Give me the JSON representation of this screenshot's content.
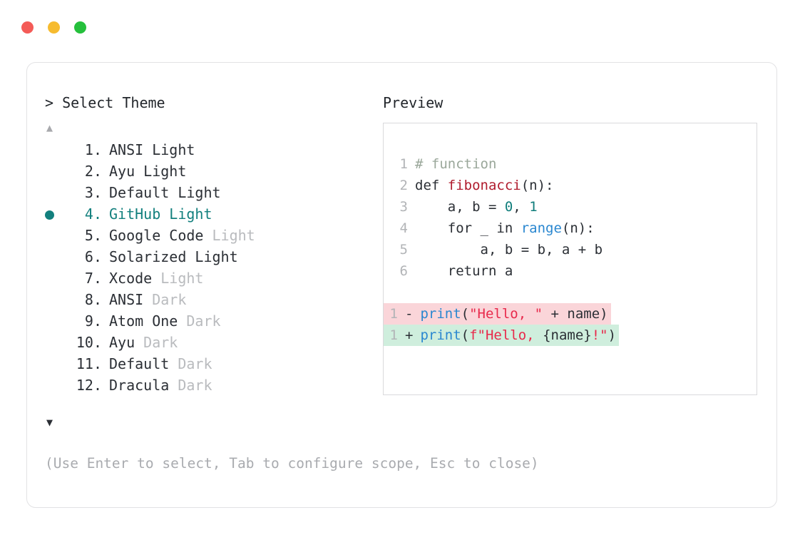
{
  "window": {
    "traffic_lights": [
      {
        "name": "close",
        "color": "#f45b57"
      },
      {
        "name": "minimize",
        "color": "#f6bb2f"
      },
      {
        "name": "zoom",
        "color": "#25c03c"
      }
    ]
  },
  "selector": {
    "prompt_symbol": ">",
    "prompt_label": "Select Theme",
    "scroll_up_icon": "▲",
    "scroll_down_icon": "▼",
    "selected_index": 4,
    "items": [
      {
        "index": " 1.",
        "name": "ANSI",
        "variant": " Light",
        "dim": false,
        "selected": false
      },
      {
        "index": " 2.",
        "name": "Ayu",
        "variant": " Light",
        "dim": false,
        "selected": false
      },
      {
        "index": " 3.",
        "name": "Default",
        "variant": " Light",
        "dim": false,
        "selected": false
      },
      {
        "index": " 4.",
        "name": "GitHub",
        "variant": " Light",
        "dim": false,
        "selected": true
      },
      {
        "index": " 5.",
        "name": "Google Code",
        "variant": " Light",
        "dim": true,
        "selected": false
      },
      {
        "index": " 6.",
        "name": "Solarized",
        "variant": " Light",
        "dim": false,
        "selected": false
      },
      {
        "index": " 7.",
        "name": "Xcode",
        "variant": " Light",
        "dim": true,
        "selected": false
      },
      {
        "index": " 8.",
        "name": "ANSI",
        "variant": " Dark",
        "dim": true,
        "selected": false
      },
      {
        "index": " 9.",
        "name": "Atom One",
        "variant": " Dark",
        "dim": true,
        "selected": false
      },
      {
        "index": "10.",
        "name": "Ayu",
        "variant": " Dark",
        "dim": true,
        "selected": false
      },
      {
        "index": "11.",
        "name": "Default",
        "variant": " Dark",
        "dim": true,
        "selected": false
      },
      {
        "index": "12.",
        "name": "Dracula",
        "variant": " Dark",
        "dim": true,
        "selected": false
      }
    ],
    "hint": "(Use Enter to select, Tab to configure scope, Esc to close)"
  },
  "preview": {
    "label": "Preview",
    "code_lines": [
      {
        "ln": "1",
        "tokens": [
          {
            "t": "# function",
            "c": "tok-comment"
          }
        ]
      },
      {
        "ln": "2",
        "tokens": [
          {
            "t": "def ",
            "c": "tok-def"
          },
          {
            "t": "fibonacci",
            "c": "tok-fn"
          },
          {
            "t": "(n):",
            "c": "tok-plain"
          }
        ]
      },
      {
        "ln": "3",
        "tokens": [
          {
            "t": "    a, b = ",
            "c": "tok-plain"
          },
          {
            "t": "0",
            "c": "tok-num"
          },
          {
            "t": ", ",
            "c": "tok-plain"
          },
          {
            "t": "1",
            "c": "tok-num"
          }
        ]
      },
      {
        "ln": "4",
        "tokens": [
          {
            "t": "    for _ in ",
            "c": "tok-plain"
          },
          {
            "t": "range",
            "c": "tok-builtin"
          },
          {
            "t": "(n):",
            "c": "tok-plain"
          }
        ]
      },
      {
        "ln": "5",
        "tokens": [
          {
            "t": "        a, b = b, a + b",
            "c": "tok-plain"
          }
        ]
      },
      {
        "ln": "6",
        "tokens": [
          {
            "t": "    return a",
            "c": "tok-plain"
          }
        ]
      }
    ],
    "diff_lines": [
      {
        "kind": "del",
        "ln": "1",
        "sign": "-",
        "bg": "#fad5d9",
        "tokens": [
          {
            "t": "print",
            "c": "tok-call"
          },
          {
            "t": "(",
            "c": "tok-plain"
          },
          {
            "t": "\"Hello, \"",
            "c": "tok-str"
          },
          {
            "t": " + name)",
            "c": "tok-plain"
          }
        ]
      },
      {
        "kind": "add",
        "ln": "1",
        "sign": "+",
        "bg": "#cfeedd",
        "tokens": [
          {
            "t": "print",
            "c": "tok-call"
          },
          {
            "t": "(",
            "c": "tok-plain"
          },
          {
            "t": "f\"Hello, ",
            "c": "tok-str"
          },
          {
            "t": "{name}",
            "c": "tok-plain"
          },
          {
            "t": "!\"",
            "c": "tok-str"
          },
          {
            "t": ")",
            "c": "tok-plain"
          }
        ]
      }
    ]
  }
}
